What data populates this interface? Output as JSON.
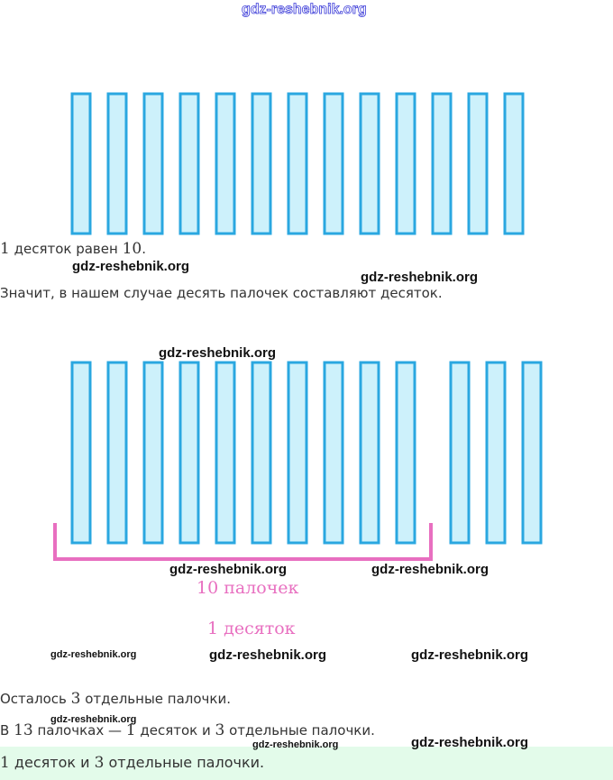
{
  "watermark": "gdz-reshebnik.org",
  "figure1": {
    "stick_count": 13
  },
  "text1": {
    "prefix_num": "1",
    "mid": " десяток равен ",
    "num": "10",
    "end": "."
  },
  "text2": "Значит, в нашем случае десять палочек составляют десяток.",
  "figure2": {
    "group_count": 10,
    "extra_count": 3,
    "label_sticks": "10 палочек",
    "label_ten": "1 десяток"
  },
  "text3": {
    "a": "Осталось ",
    "num": "3",
    "b": " отдельные палочки."
  },
  "text4": {
    "a": "В ",
    "n1": "13",
    "b": " палочках — ",
    "n2": "1",
    "c": " десяток и ",
    "n3": "3",
    "d": " отдельные палочки."
  },
  "answer": {
    "n1": "1",
    "a": " десяток и ",
    "n2": "3",
    "b": " отдельные палочки."
  },
  "colors": {
    "stick_fill": "#cdf1fb",
    "stick_stroke": "#2aa7e0",
    "brace": "#e86fc0",
    "answer_bg": "#e3fbea"
  }
}
